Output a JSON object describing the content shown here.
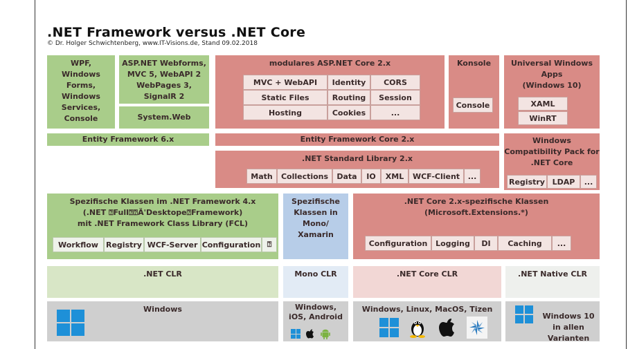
{
  "title": ".NET Framework versus .NET Core",
  "subtitle": "© Dr. Holger Schwichtenberg, www.IT-Visions.de, Stand 09.02.2018",
  "framework": {
    "apps": "WPF,\nWindows\nForms,\nWindows\nServices,\nConsole",
    "aspnet": "ASP.NET Webforms,\nMVC 5, WebAPI 2\nWebPages 3,\nSignalR 2",
    "systemweb": "System.Web",
    "ef": "Entity Framework 6.x",
    "classes_title": "Spezifische Klassen im .NET Framework 4.x\n(.NET ⍰Full⍰⍰Ä'Desktope⍰Framework)\nmit .NET Framework Class Library (FCL)",
    "classes_items": [
      "Workflow",
      "Registry",
      "WCF-Server",
      "Configuration",
      "⍰"
    ],
    "clr": ".NET CLR",
    "os": "Windows"
  },
  "core": {
    "aspnet_title": "modulares ASP.NET Core 2.x",
    "aspnet_items": [
      [
        "MVC + WebAPI",
        "Identity",
        "CORS"
      ],
      [
        "Static Files",
        "Routing",
        "Session"
      ],
      [
        "Hosting",
        "Cookies",
        "..."
      ]
    ],
    "konsole_title": "Konsole",
    "konsole_item": "Console",
    "uwp_title": "Universal Windows\nApps\n(Windows 10)",
    "uwp_items": [
      "XAML",
      "WinRT"
    ],
    "ef": "Entity Framework Core 2.x",
    "compat_title": "Windows\nCompatibility Pack for\n.NET Core",
    "compat_items": [
      "Registry",
      "LDAP",
      "..."
    ],
    "standard_title": ".NET Standard Library 2.x",
    "standard_items": [
      "Math",
      "Collections",
      "Data",
      "IO",
      "XML",
      "WCF-Client",
      "..."
    ],
    "classes_title": ".NET Core 2.x-spezifische Klassen\n(Microsoft.Extensions.*)",
    "classes_items": [
      "Configuration",
      "Logging",
      "DI",
      "Caching",
      "..."
    ],
    "clr": ".NET Core CLR",
    "native_clr": ".NET Native CLR",
    "os": "Windows, Linux, MacOS, Tizen",
    "os_win10": "Windows 10\nin allen Varianten"
  },
  "mono": {
    "classes": "Spezifische\nKlassen in\nMono/\nXamarin",
    "clr": "Mono CLR",
    "os": "Windows,\niOS, Android"
  },
  "icons": [
    "windows-icon",
    "linux-tux-icon",
    "apple-icon",
    "tizen-icon",
    "android-icon"
  ],
  "colors": {
    "framework": "#a9cd8a",
    "core": "#d98b86",
    "mono": "#b7cde8",
    "os": "#cfcfcf",
    "windows_blue": "#1e90d8"
  }
}
